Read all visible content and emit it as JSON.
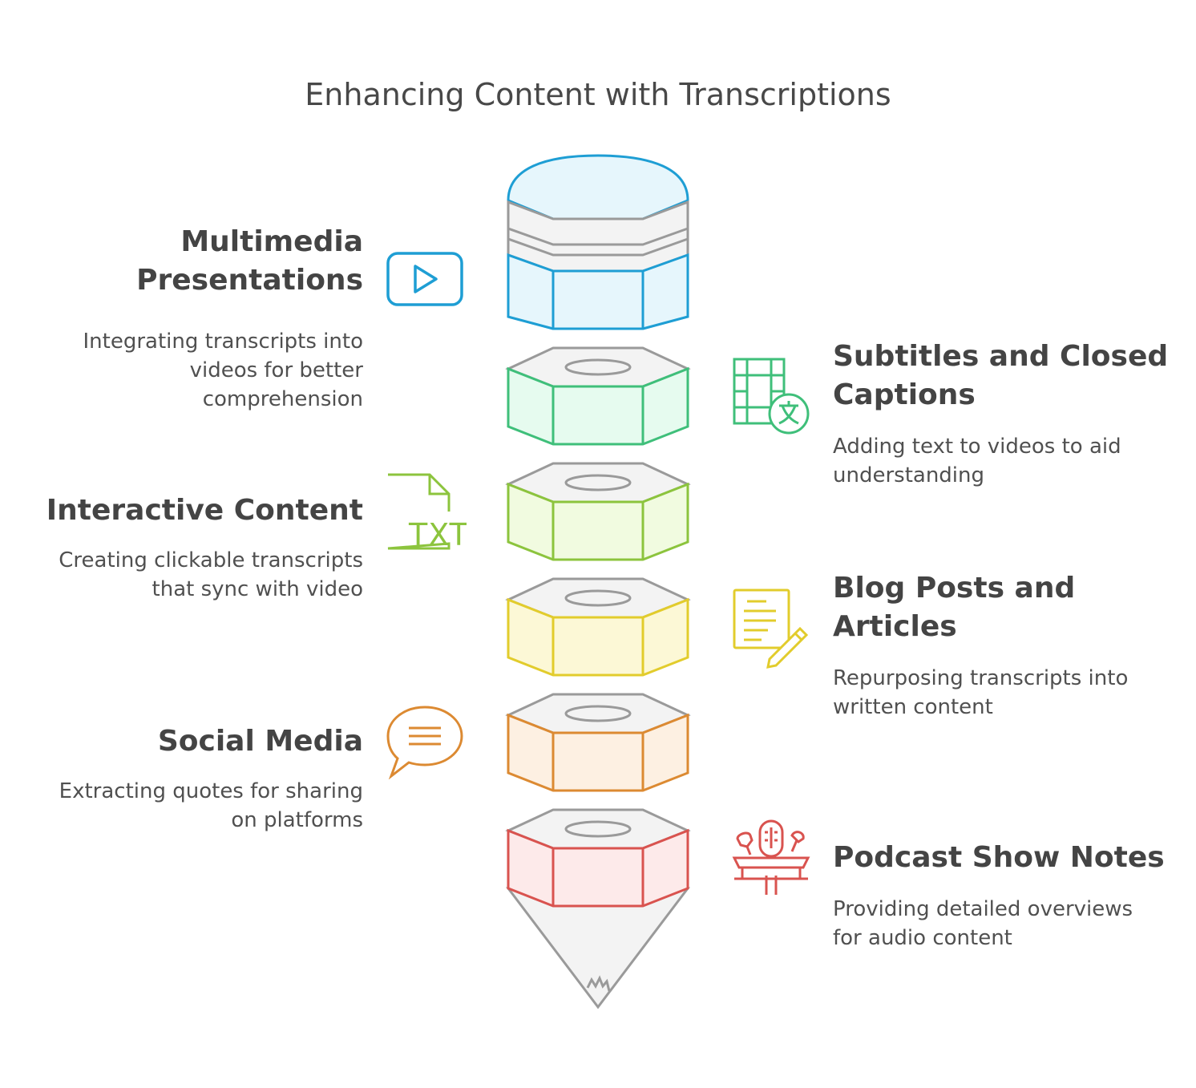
{
  "title": "Enhancing Content with Transcriptions",
  "items": [
    {
      "heading_line1": "Multimedia",
      "heading_line2": "Presentations",
      "description_line1": "Integrating transcripts into",
      "description_line2": "videos for better",
      "description_line3": "comprehension",
      "icon": "play-icon",
      "color": "#1e9ed4"
    },
    {
      "heading_line1": "Subtitles and Closed",
      "heading_line2": "Captions",
      "description_line1": "Adding text to videos to aid",
      "description_line2": "understanding",
      "icon": "film-translate-icon",
      "color": "#3fbf7a"
    },
    {
      "heading_line1": "Interactive Content",
      "description_line1": "Creating clickable transcripts",
      "description_line2": "that sync with video",
      "icon": "txt-file-icon",
      "icon_text": "TXT",
      "color": "#8cc43d"
    },
    {
      "heading_line1": "Blog Posts and",
      "heading_line2": "Articles",
      "description_line1": "Repurposing transcripts into",
      "description_line2": "written content",
      "icon": "document-pencil-icon",
      "color": "#e2cc2c"
    },
    {
      "heading_line1": "Social Media",
      "description_line1": "Extracting quotes for sharing",
      "description_line2": "on platforms",
      "icon": "speech-bubble-icon",
      "color": "#dc8a32"
    },
    {
      "heading_line1": "Podcast Show Notes",
      "description_line1": "Providing detailed overviews",
      "description_line2": "for audio content",
      "icon": "podcast-microphone-icon",
      "color": "#d9534f"
    }
  ]
}
